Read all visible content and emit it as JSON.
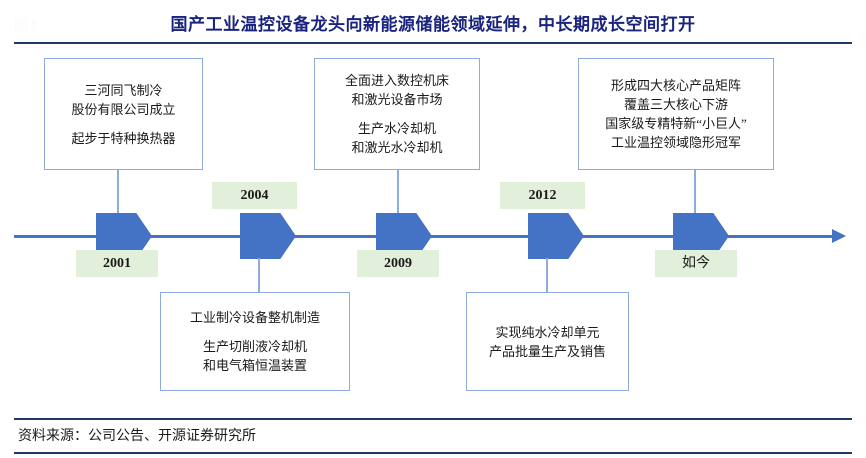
{
  "figure": {
    "number_label": "图1：",
    "title": "国产工业温控设备龙头向新能源储能领域延伸，中长期成长空间打开",
    "source": "资料来源：公司公告、开源证券研究所"
  },
  "colors": {
    "title_blue": "#1a237e",
    "rule_navy": "#1f3864",
    "marker_blue": "#4472C4",
    "chip_green": "#E2EFDA",
    "box_border": "#8faadc"
  },
  "timeline": {
    "axis_direction": "left-to-right",
    "milestones": [
      {
        "id": "m1",
        "chip_label": "2001",
        "chip_position": "below",
        "box_position": "above",
        "box_lines": [
          "三河同飞制冷",
          "股份有限公司成立",
          "",
          "起步于特种换热器"
        ]
      },
      {
        "id": "m2",
        "chip_label": "2004",
        "chip_position": "above",
        "box_position": "below",
        "box_lines": [
          "工业制冷设备整机制造",
          "",
          "生产切削液冷却机",
          "和电气箱恒温装置"
        ]
      },
      {
        "id": "m3",
        "chip_label": "2009",
        "chip_position": "below",
        "box_position": "above",
        "box_lines": [
          "全面进入数控机床",
          "和激光设备市场",
          "",
          "生产水冷却机",
          "和激光水冷却机"
        ]
      },
      {
        "id": "m4",
        "chip_label": "2012",
        "chip_position": "above",
        "box_position": "below",
        "box_lines": [
          "",
          "实现纯水冷却单元",
          "产品批量生产及销售",
          ""
        ]
      },
      {
        "id": "m5",
        "chip_label": "如今",
        "chip_position": "below",
        "box_position": "above",
        "box_lines": [
          "形成四大核心产品矩阵",
          "覆盖三大核心下游",
          "国家级专精特新“小巨人”",
          "工业温控领域隐形冠军"
        ]
      }
    ]
  }
}
